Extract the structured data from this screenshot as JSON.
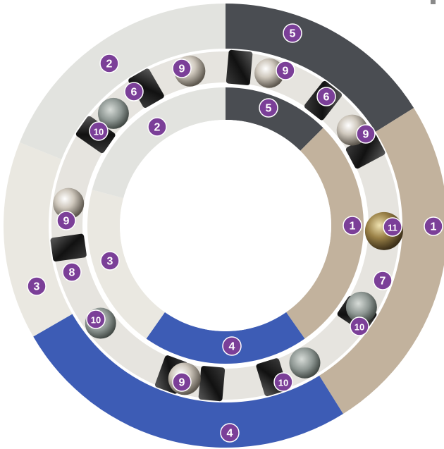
{
  "colors": {
    "segment_1": "#c2b29d",
    "segment_2": "#e2e3df",
    "segment_3": "#eae8e1",
    "segment_4": "#3d5cb5",
    "segment_5": "#4a4d52",
    "badge": "#7b3f98",
    "badge_text": "#ffffff",
    "ball_steel": "#c9c2b8",
    "ball_glass": "#9aa39f",
    "ball_bronze": "#8c7440",
    "roller": "#1c1c1c"
  },
  "outer_ring_labels": {
    "top": "5",
    "top_left": "2",
    "left": "3",
    "bottom": "4",
    "right": "1"
  },
  "inner_ring_labels": {
    "top": "5",
    "top_left": "2",
    "left": "3",
    "bottom": "4",
    "right": "1"
  },
  "rolling_element_labels": {
    "ball_top": "9",
    "ball_top_right": "9",
    "ball_right_upper": "9",
    "ball_left": "9",
    "ball_bottom": "9",
    "ball_bronze": "11",
    "glass_left_upper": "10",
    "glass_left_lower": "10",
    "glass_right_lower": "10",
    "glass_bottom": "10",
    "cage_left": "6",
    "cage_right": "6",
    "separator_left": "8",
    "separator_right": "7"
  }
}
